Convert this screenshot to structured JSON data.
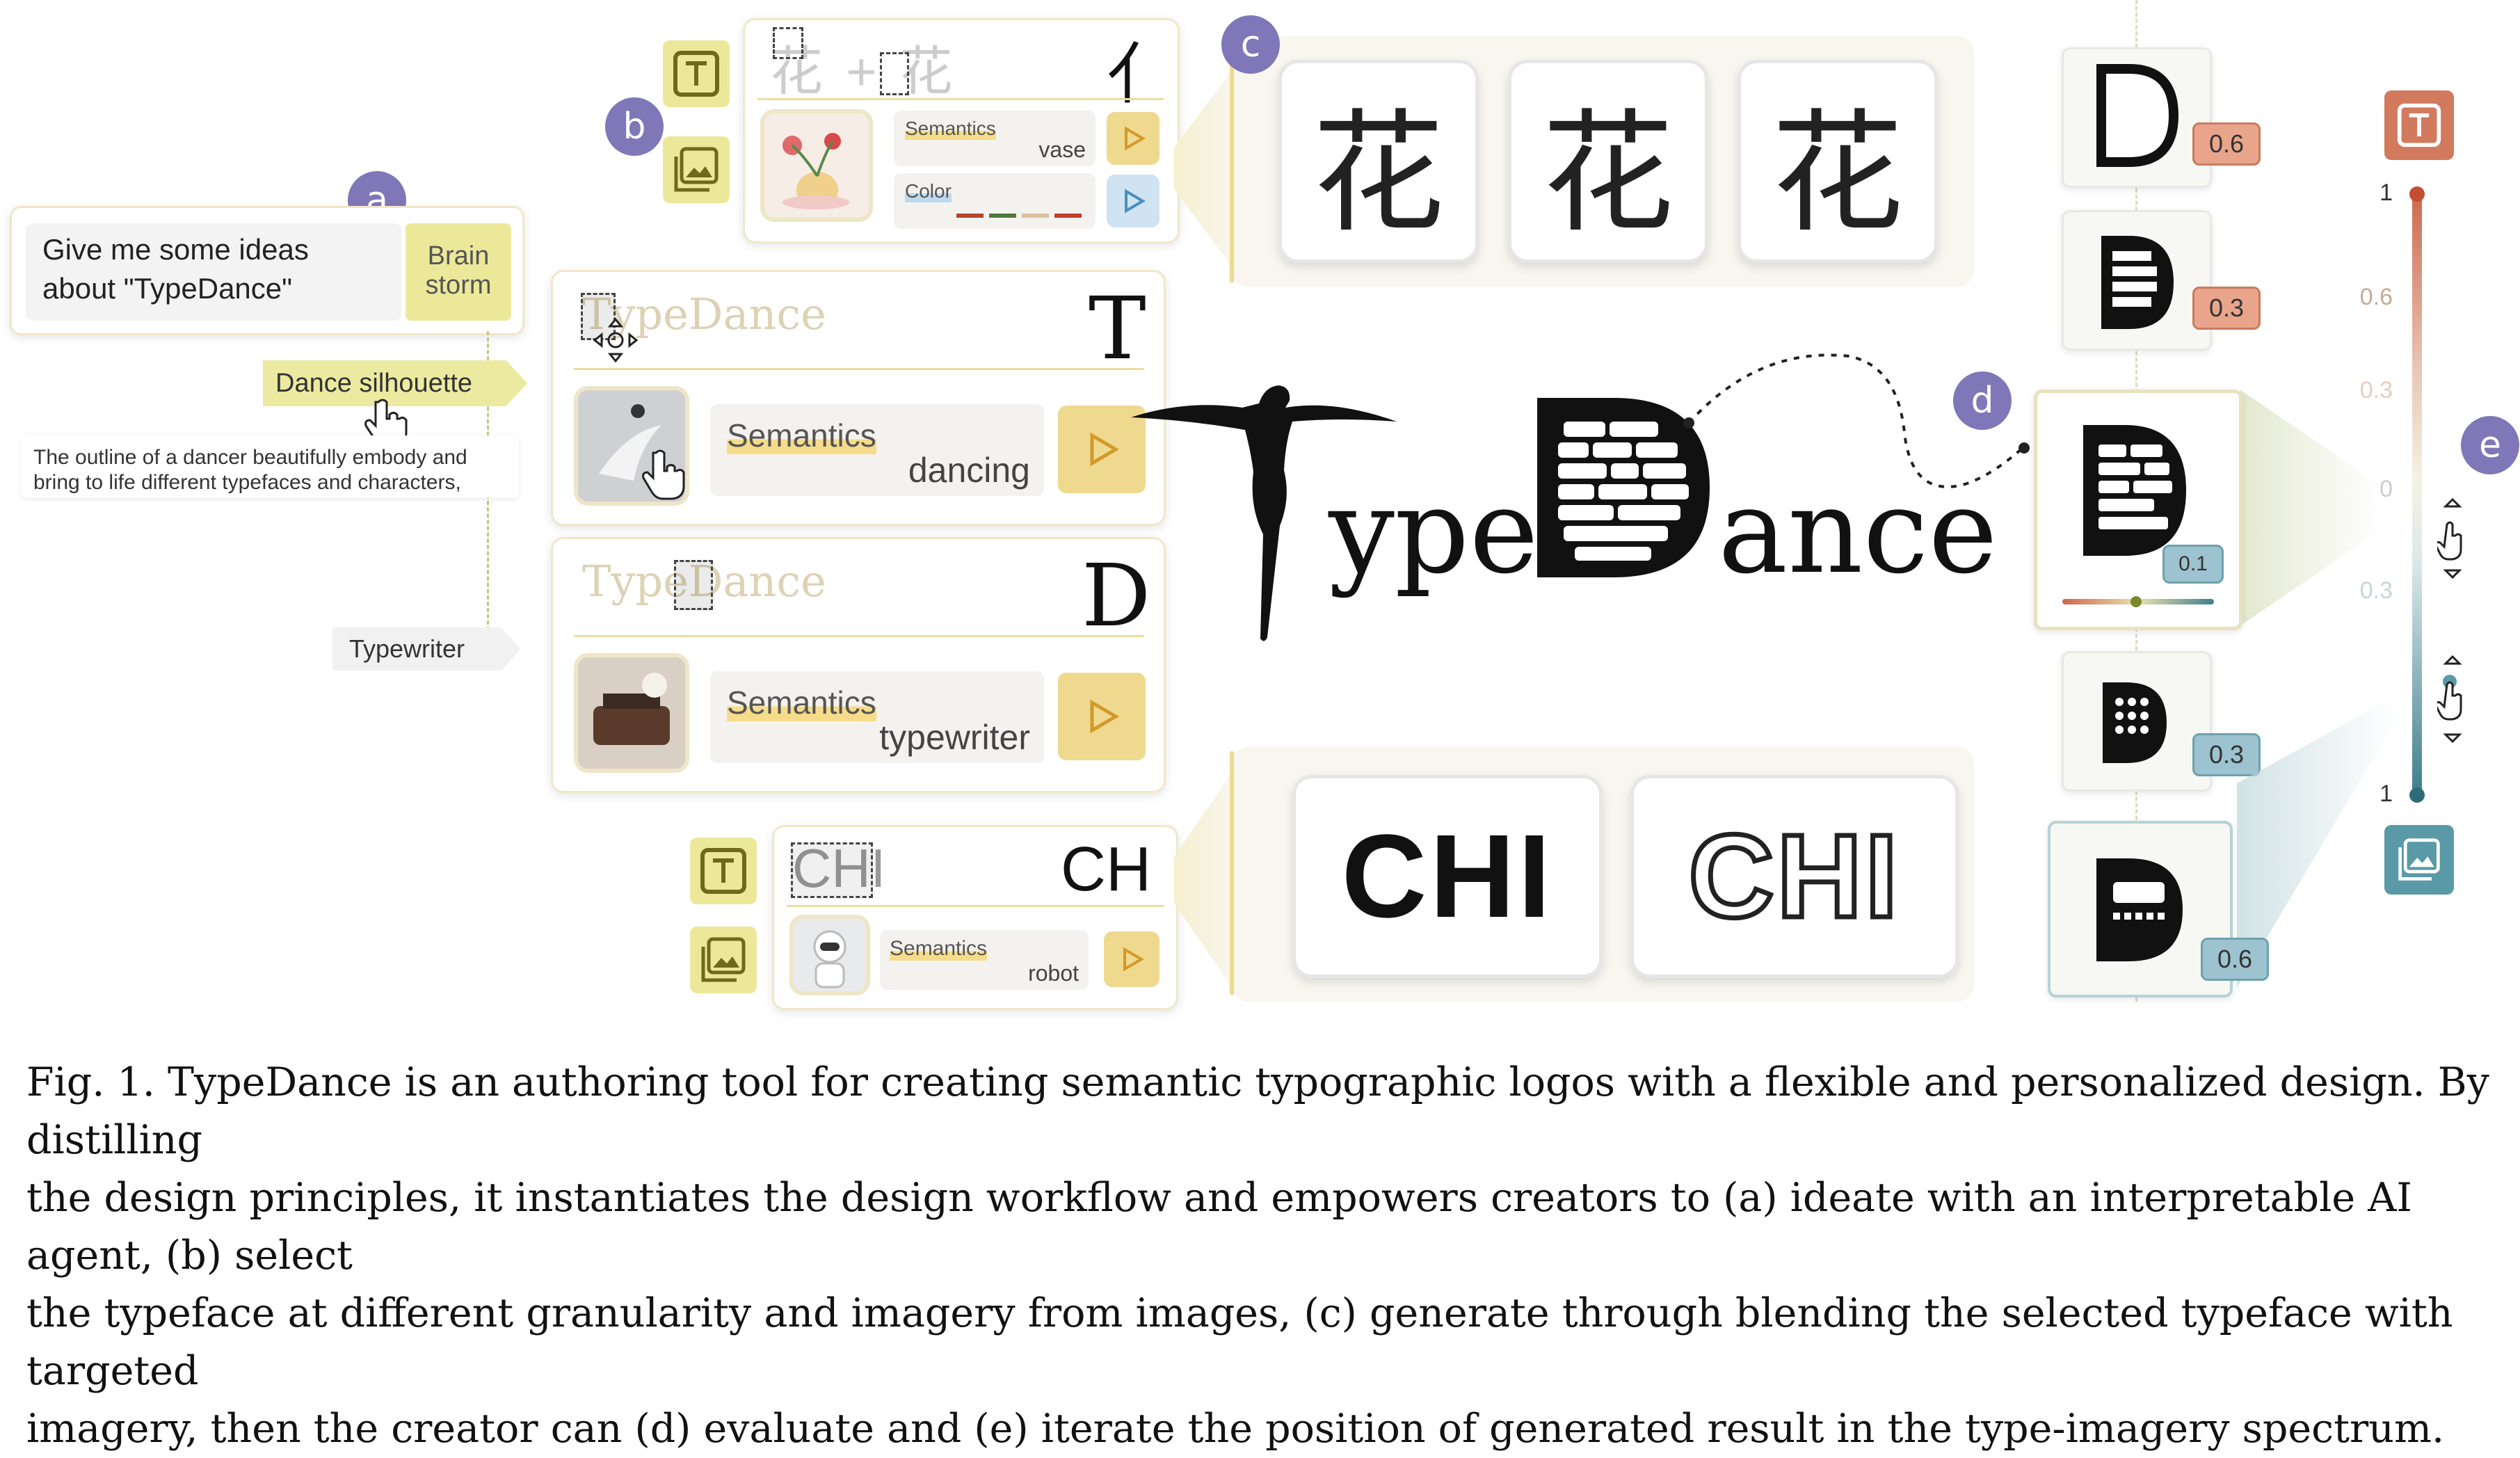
{
  "badges": {
    "a": "a",
    "b": "b",
    "c": "c",
    "d": "d",
    "e": "e"
  },
  "prompt": {
    "text_line1": "Give me some ideas",
    "text_line2": "about \"TypeDance\"",
    "button_line1": "Brain",
    "button_line2": "storm"
  },
  "ideas": [
    {
      "label": "Dance silhouette",
      "description_line1": "The outline of a dancer beautifully embody and",
      "description_line2": "bring to life different typefaces  and characters,"
    },
    {
      "label": "Typewriter"
    }
  ],
  "hanzi_panel": {
    "preview": "花 + 花",
    "glyph": "亻",
    "semantics_label": "Semantics",
    "semantics_value": "vase",
    "color_label": "Color",
    "swatches": [
      "#b5442e",
      "#4f7a3c",
      "#d8c0a0",
      "#c33b2c"
    ]
  },
  "t_card": {
    "word": "TypeDance",
    "glyph": "T",
    "semantics_label": "Semantics",
    "semantics_value": "dancing"
  },
  "d_card": {
    "word": "TypeDance",
    "glyph": "D",
    "semantics_label": "Semantics",
    "semantics_value": "typewriter"
  },
  "ch_panel": {
    "preview": "CHI",
    "glyph": "CH",
    "semantics_label": "Semantics",
    "semantics_value": "robot"
  },
  "results_top": [
    "花",
    "花",
    "花"
  ],
  "results_bottom": [
    "CHI",
    "CHI"
  ],
  "logo": {
    "part1": "ype",
    "part2": "ance"
  },
  "spectrum_cards": [
    {
      "score": "0.6",
      "tone": "orange"
    },
    {
      "score": "0.3",
      "tone": "orange"
    },
    {
      "score": "0.1",
      "tone": "blue"
    },
    {
      "score": "0.3",
      "tone": "blue"
    },
    {
      "score": "0.6",
      "tone": "blue"
    }
  ],
  "slider": {
    "ticks": [
      "1",
      "0.6",
      "0.3",
      "0",
      "0.3",
      "1"
    ],
    "colors": {
      "top": "#d0674c",
      "bottom": "#3e7e8c"
    }
  },
  "caption": {
    "line1": "Fig. 1.  TypeDance is an authoring tool for creating semantic typographic logos with a flexible and personalized design. By distilling",
    "line2": "the design principles, it instantiates the design workflow and empowers creators to (a) ideate with an interpretable AI agent, (b) select",
    "line3": "the typeface at different granularity and imagery from images, (c) generate through blending the selected typeface with targeted",
    "line4": "imagery, then the creator can (d) evaluate and (e) iterate the position of generated result in the type-imagery spectrum."
  }
}
